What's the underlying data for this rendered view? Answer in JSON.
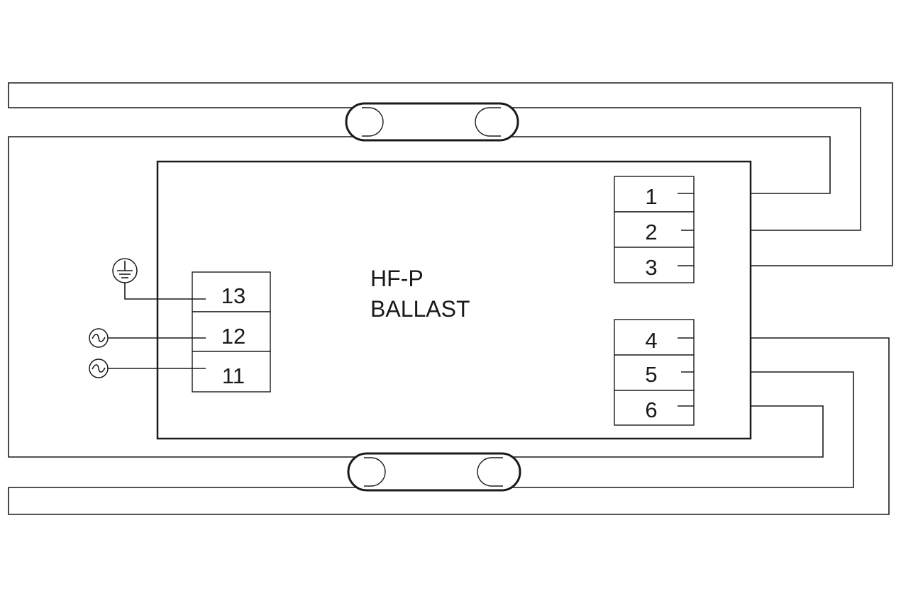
{
  "ballast": {
    "line1": "HF-P",
    "line2": "BALLAST"
  },
  "terminals": {
    "t1": "1",
    "t2": "2",
    "t3": "3",
    "t4": "4",
    "t5": "5",
    "t6": "6",
    "t11": "11",
    "t12": "12",
    "t13": "13"
  },
  "symbols": {
    "earth": "earth-ground-icon",
    "mains_l": "ac-source-icon",
    "mains_n": "ac-source-icon"
  },
  "lamps": [
    "upper-fluorescent-lamp",
    "lower-fluorescent-lamp"
  ]
}
